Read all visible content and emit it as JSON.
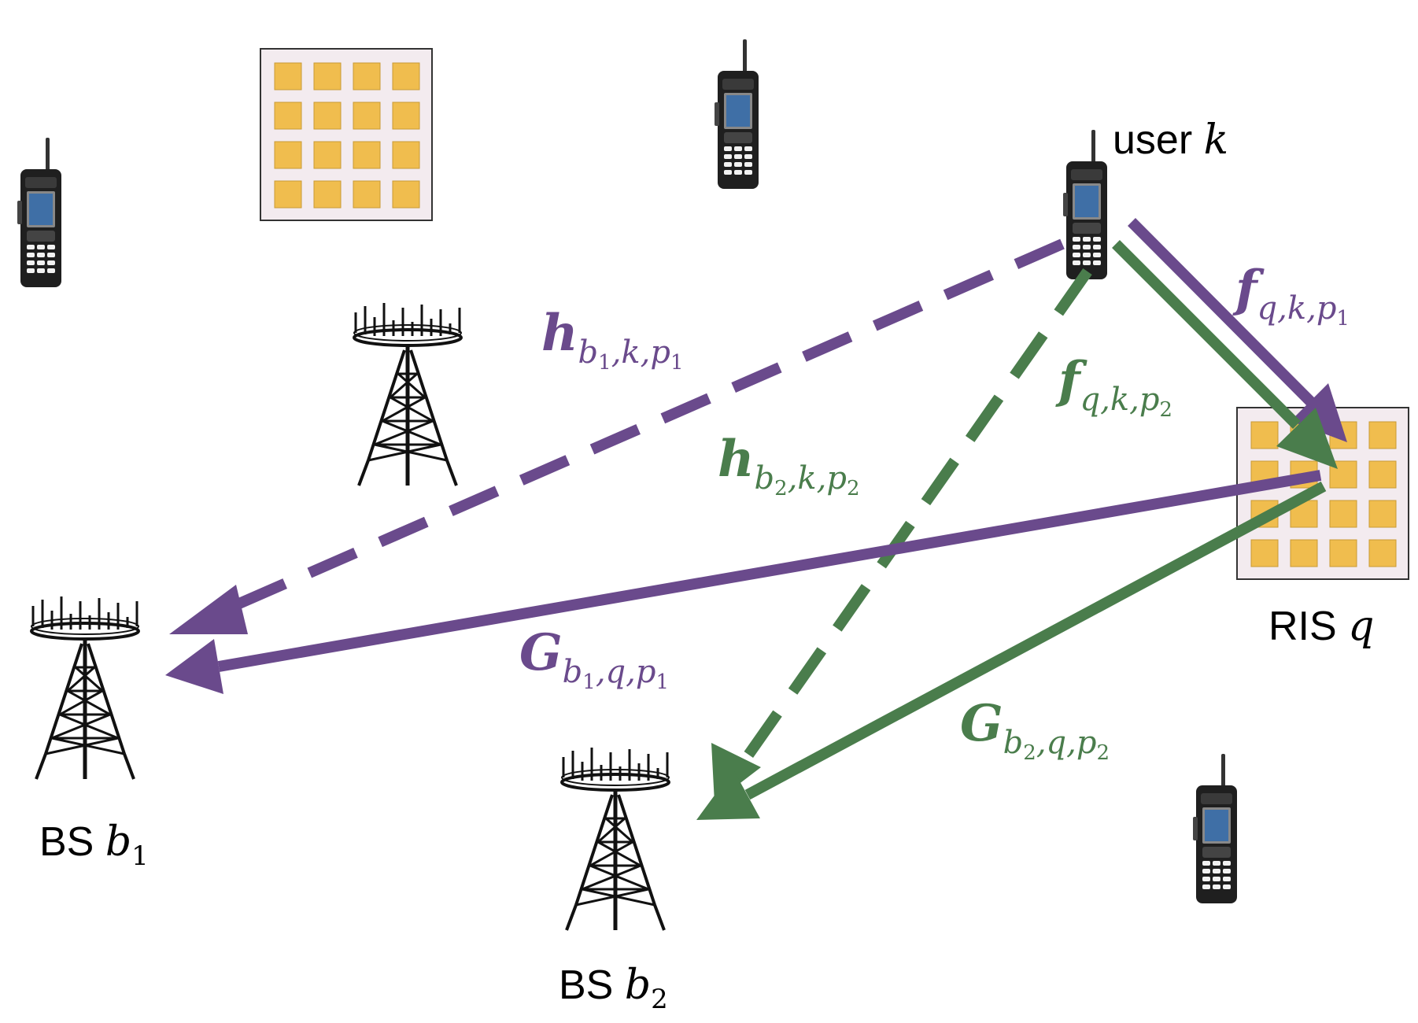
{
  "colors": {
    "purple": "#6a4a8c",
    "green": "#4a7d4c",
    "ris_tile": "#f0bd4e",
    "ris_panel": "#f3ebef"
  },
  "labels": {
    "user": {
      "prefix": "user ",
      "var": "k"
    },
    "ris": {
      "prefix": "RIS ",
      "var": "q"
    },
    "bs1": {
      "prefix": "BS ",
      "var": "b",
      "sub": "1"
    },
    "bs2": {
      "prefix": "BS ",
      "var": "b",
      "sub": "2"
    }
  },
  "channels": {
    "h1": {
      "sym": "h",
      "b": "b",
      "bsub": "1",
      "mid": ",k,",
      "p": "p",
      "psub": "1"
    },
    "h2": {
      "sym": "h",
      "b": "b",
      "bsub": "2",
      "mid": ",k,",
      "p": "p",
      "psub": "2"
    },
    "f1": {
      "sym": "f",
      "mid": "q,k,",
      "p": "p",
      "psub": "1"
    },
    "f2": {
      "sym": "f",
      "mid": "q,k,",
      "p": "p",
      "psub": "2"
    },
    "g1": {
      "sym": "G",
      "b": "b",
      "bsub": "1",
      "mid": ",q,",
      "p": "p",
      "psub": "1"
    },
    "g2": {
      "sym": "G",
      "b": "b",
      "bsub": "2",
      "mid": ",q,",
      "p": "p",
      "psub": "2"
    }
  },
  "icons": [
    "phone-icon",
    "ris-panel-icon",
    "base-station-icon"
  ]
}
